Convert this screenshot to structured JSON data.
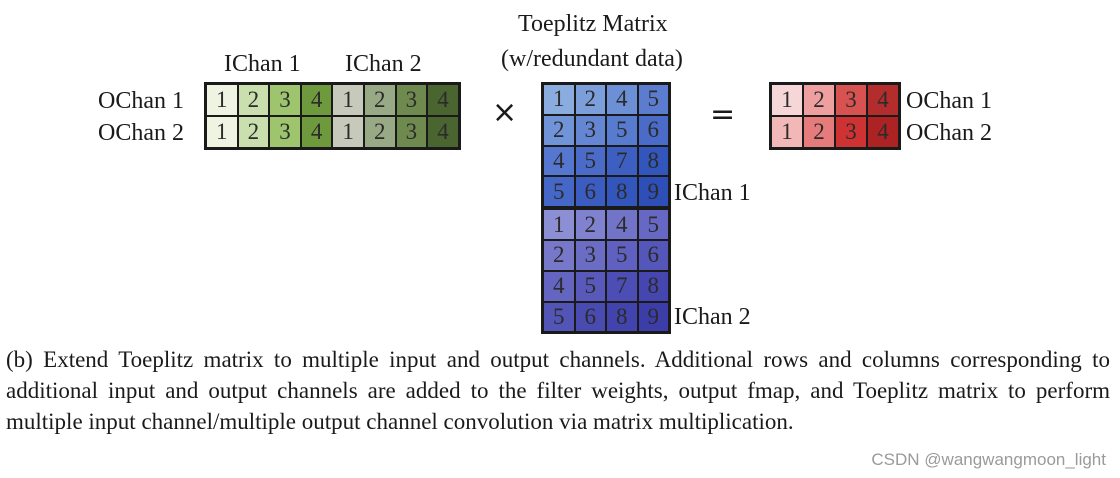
{
  "toeplitz": {
    "title_line1": "Toeplitz Matrix",
    "title_line2": "(w/redundant data)",
    "ichan1_label": "IChan 1",
    "ichan2_label": "IChan 2",
    "rows": [
      [
        "1",
        "2",
        "4",
        "5"
      ],
      [
        "2",
        "3",
        "5",
        "6"
      ],
      [
        "4",
        "5",
        "7",
        "8"
      ],
      [
        "5",
        "6",
        "8",
        "9"
      ],
      [
        "1",
        "2",
        "4",
        "5"
      ],
      [
        "2",
        "3",
        "5",
        "6"
      ],
      [
        "4",
        "5",
        "7",
        "8"
      ],
      [
        "5",
        "6",
        "8",
        "9"
      ]
    ],
    "colors": [
      [
        "#8aacdf",
        "#7c9fdc",
        "#6d8fd6",
        "#5c7dcf"
      ],
      [
        "#7193d8",
        "#6587d3",
        "#577bcf",
        "#4a6cc8"
      ],
      [
        "#5577cf",
        "#4a6cc8",
        "#3d5fc1",
        "#3256bb"
      ],
      [
        "#4567c8",
        "#3b5dc2",
        "#3356bc",
        "#2d4fb7"
      ],
      [
        "#8c8fd4",
        "#8082cf",
        "#7274c8",
        "#6668c3"
      ],
      [
        "#7778ca",
        "#6b6cc4",
        "#5f60bf",
        "#5556ba"
      ],
      [
        "#6365c1",
        "#5859bb",
        "#4d4eb5",
        "#4546b0"
      ],
      [
        "#5254b6",
        "#4a4bb1",
        "#4243ac",
        "#3c3da8"
      ]
    ]
  },
  "filter": {
    "ichan1_label": "IChan 1",
    "ichan2_label": "IChan 2",
    "ochan1_label": "OChan 1",
    "ochan2_label": "OChan 2",
    "rows": [
      [
        "1",
        "2",
        "3",
        "4",
        "1",
        "2",
        "3",
        "4"
      ],
      [
        "1",
        "2",
        "3",
        "4",
        "1",
        "2",
        "3",
        "4"
      ]
    ],
    "colors": [
      "#eef3e2",
      "#c9dfae",
      "#9ec46d",
      "#6e9a3d",
      "#c7c9bb",
      "#98a985",
      "#6f8a4f",
      "#4b6530"
    ]
  },
  "output": {
    "ochan1_label": "OChan 1",
    "ochan2_label": "OChan 2",
    "rows": [
      [
        "1",
        "2",
        "3",
        "4"
      ],
      [
        "1",
        "2",
        "3",
        "4"
      ]
    ],
    "colors": [
      [
        "#f6d6d6",
        "#ee9f9f",
        "#d85252",
        "#b32d2d"
      ],
      [
        "#f2b7b7",
        "#e67b7b",
        "#cf3232",
        "#ad2323"
      ]
    ]
  },
  "operators": {
    "times": "×",
    "equals": "="
  },
  "caption": "(b) Extend Toeplitz matrix to multiple input and output channels. Additional rows and columns corresponding to additional input and output channels are added to the filter weights, output fmap, and Toeplitz matrix to perform multiple input channel/multiple output channel convolution via matrix multiplication.",
  "watermark": "CSDN @wangwangmoon_light"
}
